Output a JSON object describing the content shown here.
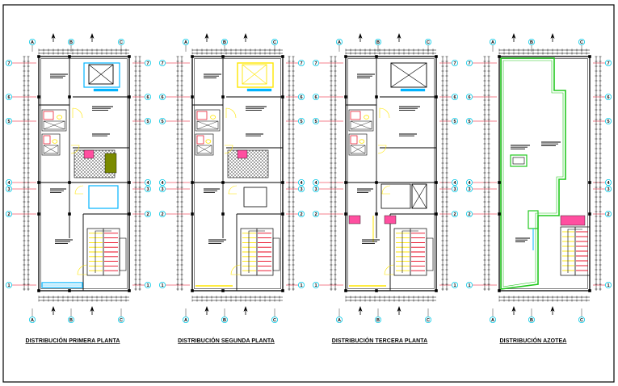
{
  "drawing": {
    "background": "#ffffff",
    "line_color": "#000000",
    "accent_colors": {
      "axis_bubble": "#00c8e6",
      "yellow": "#ffe600",
      "red": "#e8001a",
      "green": "#22c81e",
      "cyan": "#00b4ff",
      "magenta": "#ff4fa0",
      "olive": "#7a8a00"
    }
  },
  "plans": [
    {
      "id": "primera",
      "title": "DISTRIBUCIÓN PRIMERA PLANTA"
    },
    {
      "id": "segunda",
      "title": "DISTRIBUCIÓN SEGUNDA PLANTA"
    },
    {
      "id": "tercera",
      "title": "DISTRIBUCIÓN TERCERA PLANTA"
    },
    {
      "id": "azotea",
      "title": "DISTRIBUCIÓN AZOTEA"
    }
  ],
  "axes": {
    "columns": [
      "A",
      "B",
      "C"
    ],
    "rows": [
      "7",
      "6",
      "5",
      "4",
      "3",
      "2",
      "1"
    ]
  }
}
